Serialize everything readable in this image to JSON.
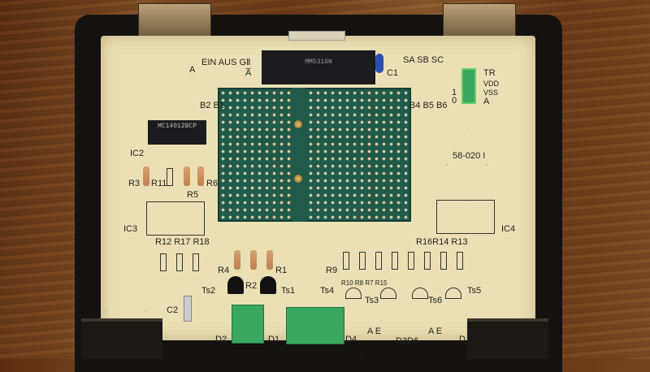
{
  "labels": {
    "a_top": "A",
    "ein_aus": "EIN AUS GⅡ",
    "a_bar": "A̅",
    "b2b1": "B2 B1",
    "sa_sb_sc": "SA SB SC",
    "c1": "C1",
    "tr": "TR",
    "vdd": "VDD",
    "vss": "VSS",
    "a_right": "A",
    "one": "1",
    "zero": "0",
    "b4b5b6": "B4 B5 B6",
    "ic2": "IC2",
    "r3": "R3",
    "r11": "R11",
    "r5": "R5",
    "r6": "R6",
    "board_no": "58-020 I",
    "ic3": "IC3",
    "ic4": "IC4",
    "r12_18": "R12 R17 R18",
    "r16_13": "R16R14 R13",
    "r4": "R4",
    "r2": "R2",
    "r1": "R1",
    "r9": "R9",
    "r10_15": "R10 R8 R7 R15",
    "ts2": "Ts2",
    "ts1": "Ts1",
    "ts4": "Ts4",
    "ts3": "Ts3",
    "ts6": "Ts6",
    "ts5": "Ts5",
    "c2": "C2",
    "d2": "D2",
    "d1": "D1",
    "d4": "D4",
    "d3d6": "D3D6",
    "d5": "D",
    "ae1": "A E",
    "ae2": "A E"
  },
  "chips": {
    "main": "MM5316N",
    "ic2_marking": "MC14012BCP"
  },
  "colors": {
    "board": "#ebe0b5",
    "perfboard": "#1f5a4a",
    "terminal": "#3aa860"
  }
}
